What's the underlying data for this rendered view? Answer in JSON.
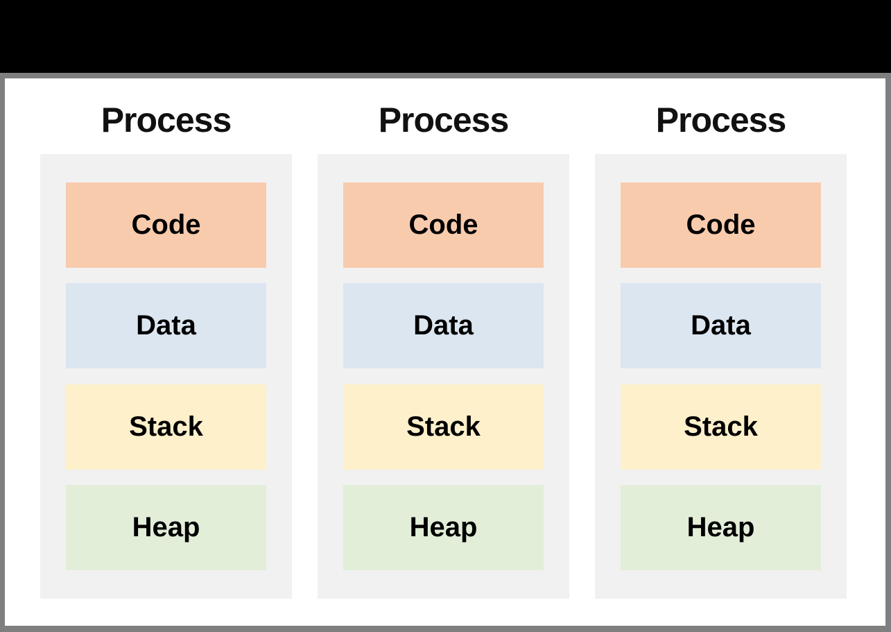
{
  "screen": {
    "top_bar_color": "#000000",
    "frame_color": "#7f7f7f",
    "slide_background": "#ffffff",
    "text_color": "#111111",
    "container_color": "#f1f1f1"
  },
  "processes": [
    {
      "title": "Process",
      "segments": [
        {
          "label": "Code",
          "color": "#f8cbad"
        },
        {
          "label": "Data",
          "color": "#dce6f1"
        },
        {
          "label": "Stack",
          "color": "#fdf0cb"
        },
        {
          "label": "Heap",
          "color": "#e2eed8"
        }
      ]
    },
    {
      "title": "Process",
      "segments": [
        {
          "label": "Code",
          "color": "#f8cbad"
        },
        {
          "label": "Data",
          "color": "#dce6f1"
        },
        {
          "label": "Stack",
          "color": "#fdf0cb"
        },
        {
          "label": "Heap",
          "color": "#e2eed8"
        }
      ]
    },
    {
      "title": "Process",
      "segments": [
        {
          "label": "Code",
          "color": "#f8cbad"
        },
        {
          "label": "Data",
          "color": "#dce6f1"
        },
        {
          "label": "Stack",
          "color": "#fdf0cb"
        },
        {
          "label": "Heap",
          "color": "#e2eed8"
        }
      ]
    }
  ]
}
